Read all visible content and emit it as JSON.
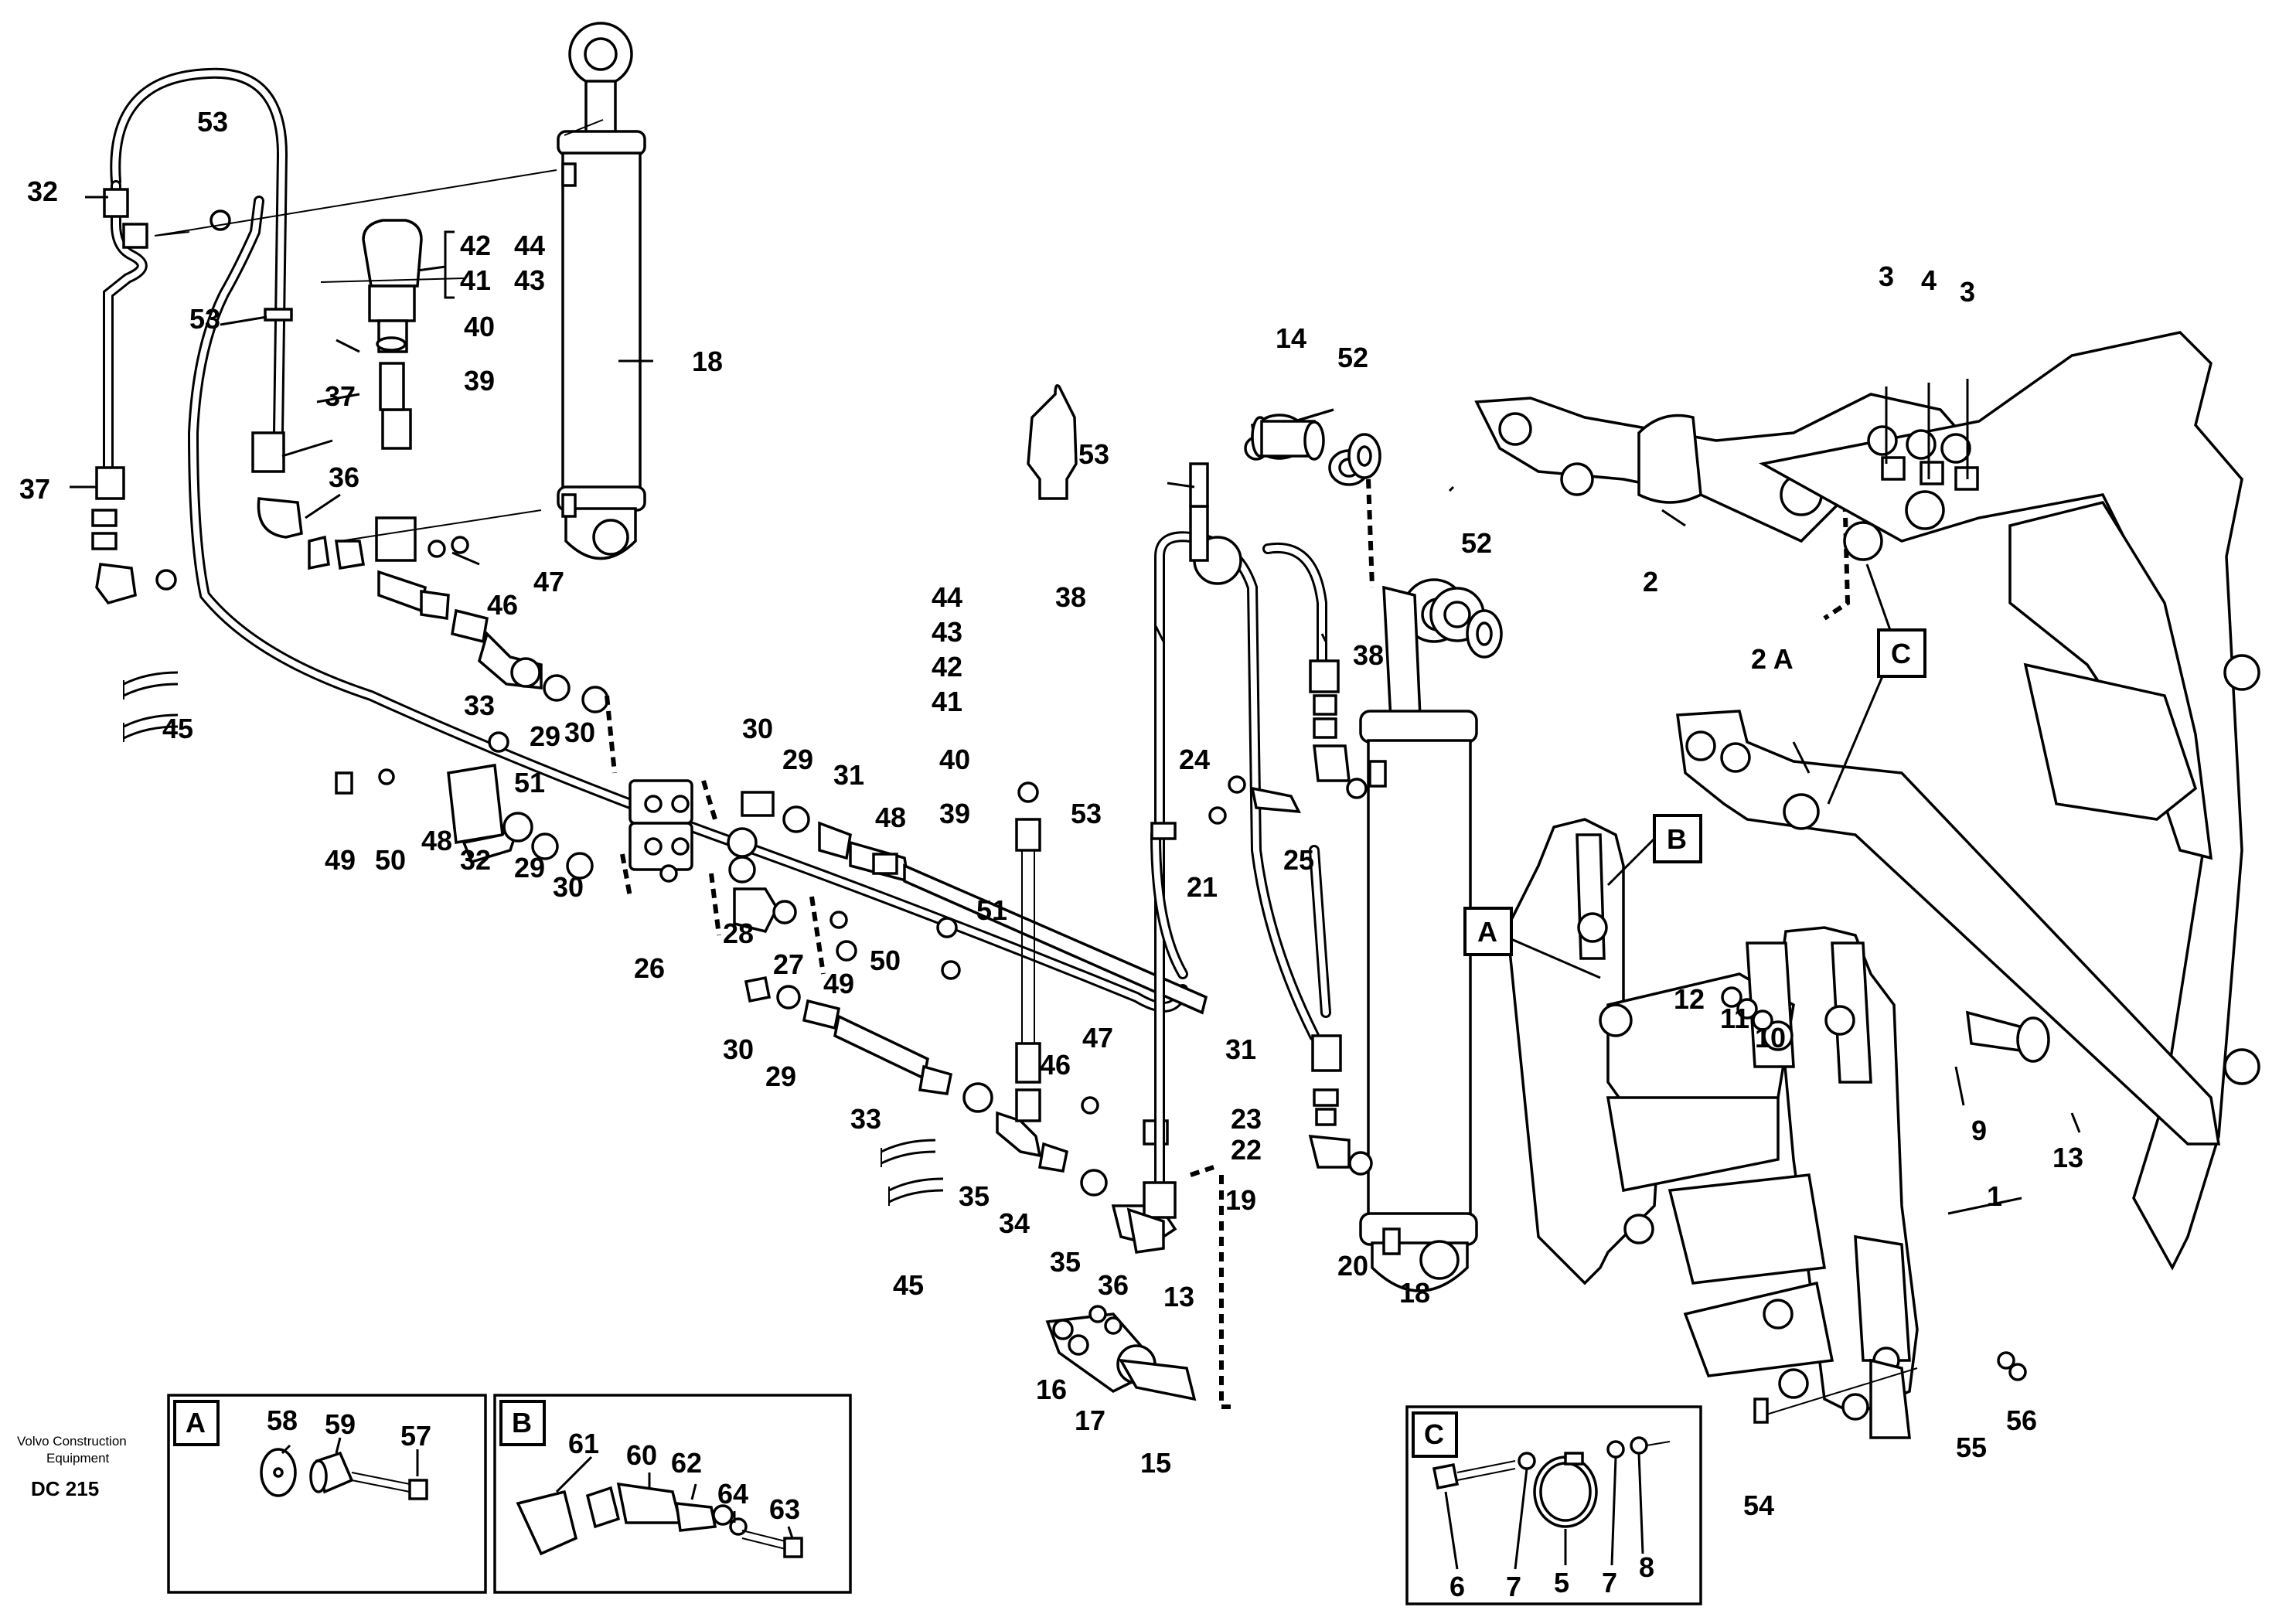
{
  "publisher": {
    "line1": "Volvo Construction",
    "line2": "Equipment",
    "code": "DC 215"
  },
  "detail_tags": {
    "A": "A",
    "B": "B",
    "C": "C"
  },
  "labels": {
    "l53a": "53",
    "l32a": "32",
    "l42": "42",
    "l44": "44",
    "l41": "41",
    "l43": "43",
    "l53b": "53",
    "l40a": "40",
    "l18a": "18",
    "l37a": "37",
    "l39a": "39",
    "l37b": "37",
    "l36a": "36",
    "l47a": "47",
    "l46a": "46",
    "l33a": "33",
    "l29a": "29",
    "l30a": "30",
    "l45a": "45",
    "l51a": "51",
    "l49a": "49",
    "l50a": "50",
    "l48a": "48",
    "l32b": "32",
    "l29b": "29",
    "l30b": "30",
    "l26": "26",
    "l44b": "44",
    "l43b": "43",
    "l42b": "42",
    "l41b": "41",
    "l40b": "40",
    "l39b": "39",
    "l30c": "30",
    "l29c": "29",
    "l31a": "31",
    "l48b": "48",
    "l28": "28",
    "l27": "27",
    "l49b": "49",
    "l50b": "50",
    "l51b": "51",
    "l30d": "30",
    "l29d": "29",
    "l33b": "33",
    "l47b": "47",
    "l46b": "46",
    "l35a": "35",
    "l34": "34",
    "l35b": "35",
    "l36b": "36",
    "l45b": "45",
    "l53c": "53",
    "l38a": "38",
    "l14": "14",
    "l52a": "52",
    "l52b": "52",
    "l38b": "38",
    "l24": "24",
    "l53d": "53",
    "l21": "21",
    "l25": "25",
    "l31b": "31",
    "l23": "23",
    "l22": "22",
    "l19": "19",
    "l20": "20",
    "l18b": "18",
    "l13a": "13",
    "l16": "16",
    "l17": "17",
    "l15": "15",
    "l3a": "3",
    "l4": "4",
    "l3b": "3",
    "l2": "2",
    "l2A": "2 A",
    "l12": "12",
    "l11": "11",
    "l10": "10",
    "l9": "9",
    "l13b": "13",
    "l1": "1",
    "l54": "54",
    "l55": "55",
    "l56": "56",
    "l58": "58",
    "l59": "59",
    "l57": "57",
    "l61": "61",
    "l60": "60",
    "l62": "62",
    "l64": "64",
    "l63": "63",
    "l6": "6",
    "l7a": "7",
    "l5": "5",
    "l7b": "7",
    "l8": "8"
  }
}
